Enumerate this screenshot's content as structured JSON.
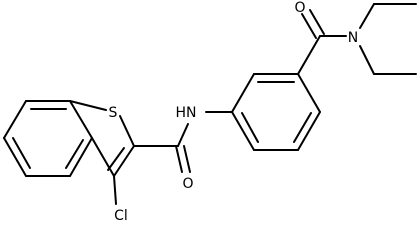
{
  "molecule": {
    "atoms": {
      "sulfur": "S",
      "chlorine": "Cl",
      "amide_nh": "HN",
      "amide_o1": "O",
      "amide_o2": "O",
      "amine_n": "N"
    }
  },
  "colors": {
    "bond": "#000000",
    "text": "#000000",
    "background": "#ffffff"
  }
}
